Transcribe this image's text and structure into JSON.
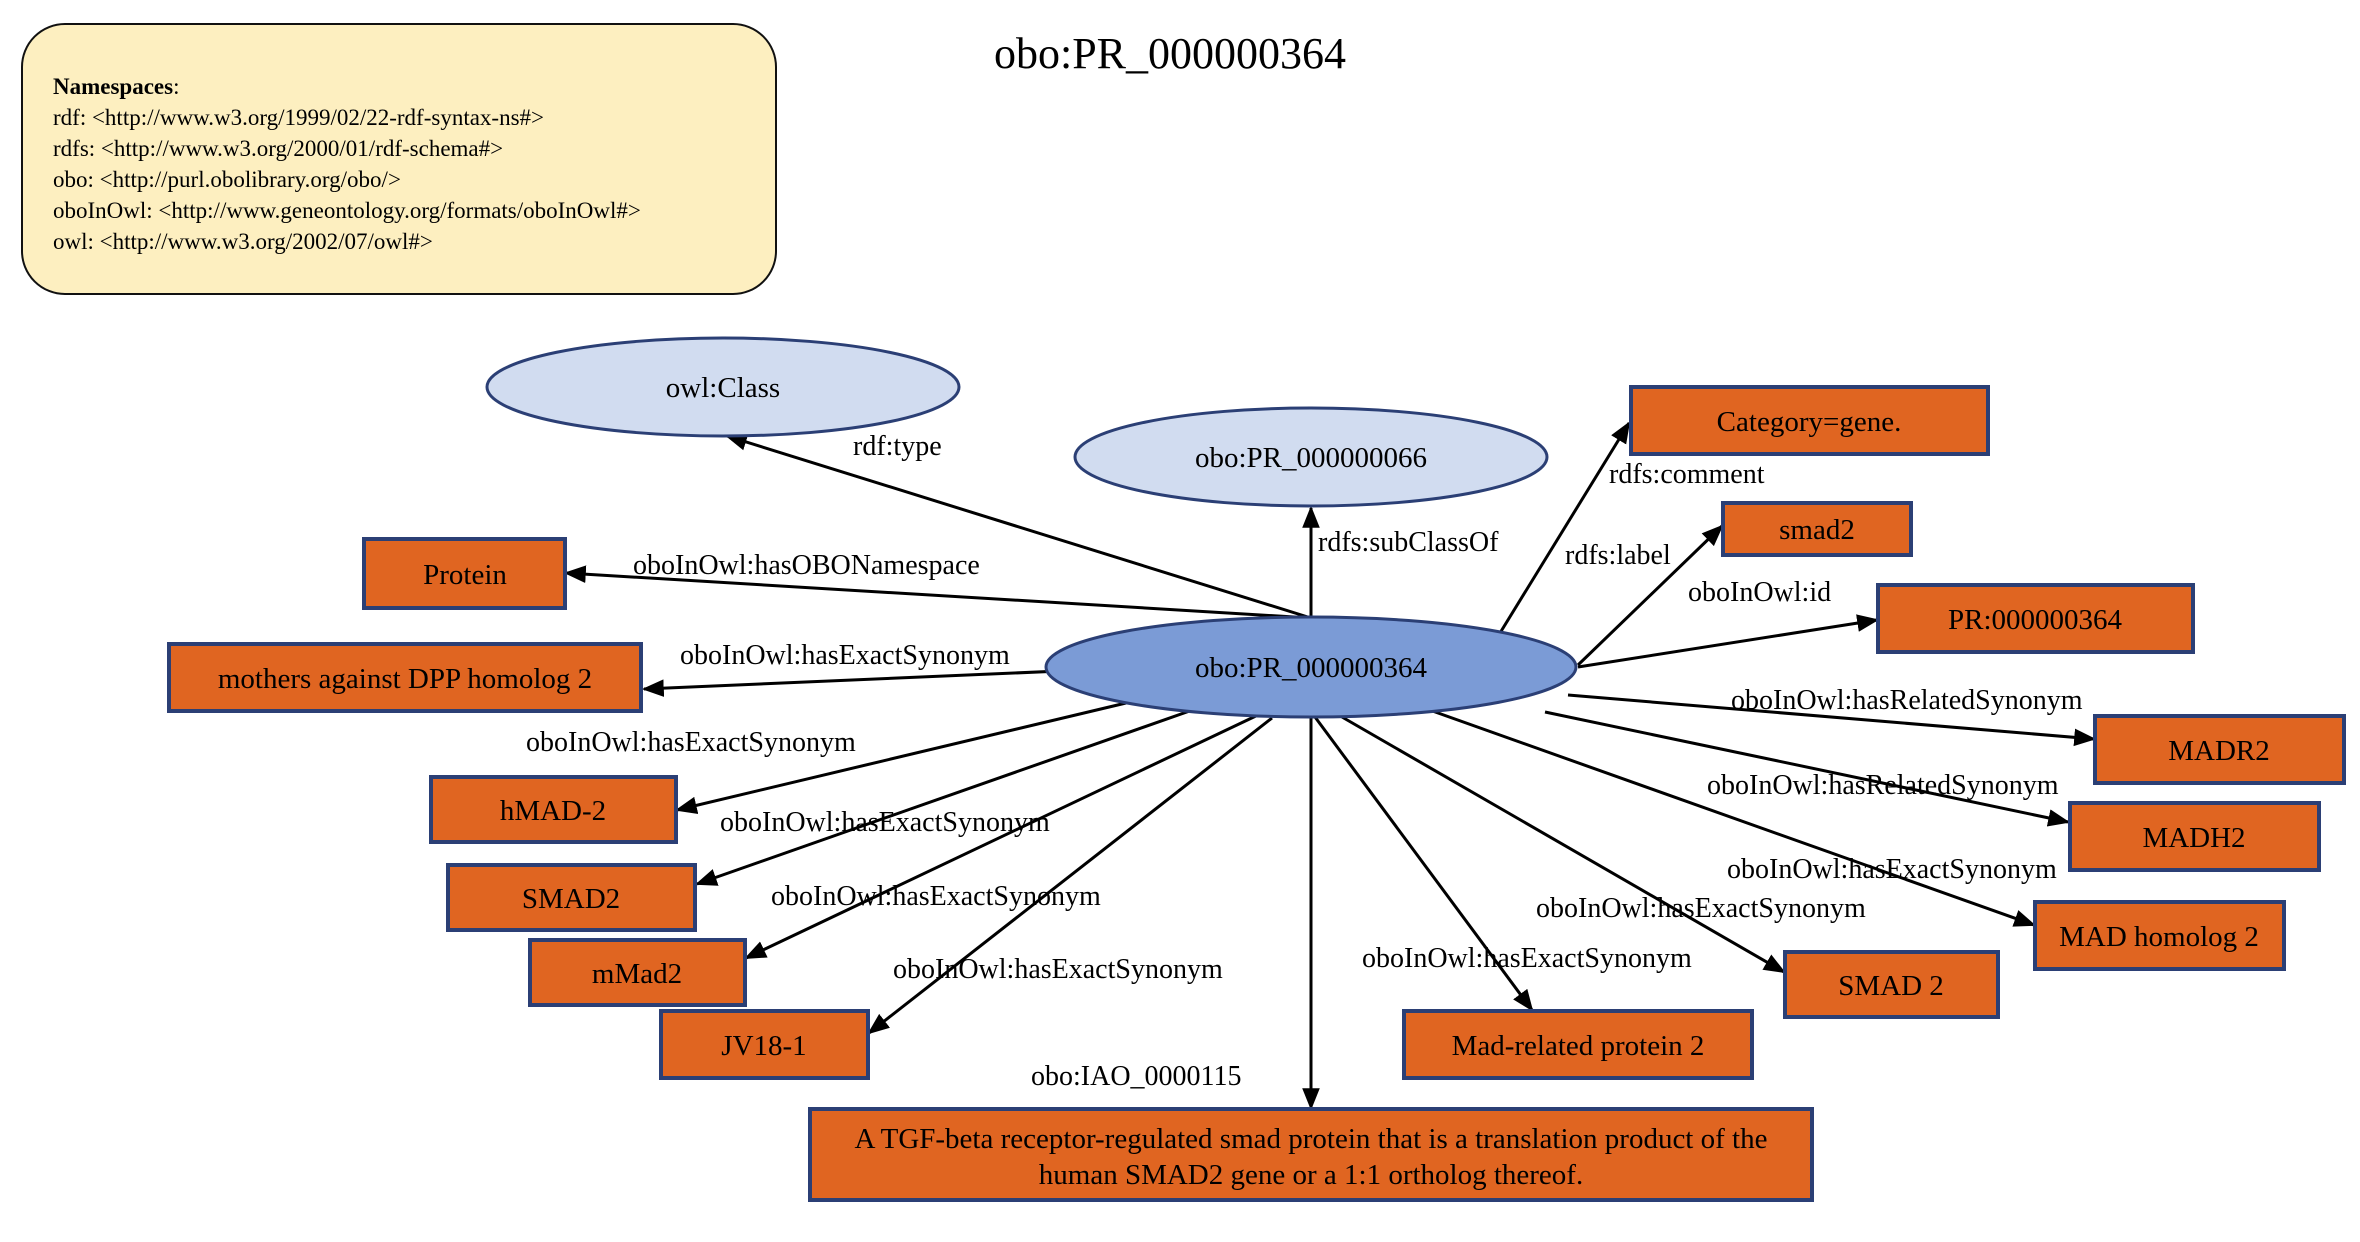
{
  "title": "obo:PR_000000364",
  "namespaces": {
    "heading": "Namespaces",
    "entries": [
      "rdf: <http://www.w3.org/1999/02/22-rdf-syntax-ns#>",
      "rdfs: <http://www.w3.org/2000/01/rdf-schema#>",
      "obo: <http://purl.obolibrary.org/obo/>",
      "oboInOwl: <http://www.geneontology.org/formats/oboInOwl#>",
      "owl: <http://www.w3.org/2002/07/owl#>"
    ]
  },
  "colors": {
    "literal_fill": "#e06521",
    "literal_border": "#2b3f75",
    "class_fill": "#d1dcf0",
    "subject_fill": "#7b9bd6",
    "ellipse_border": "#2b3f75",
    "namespace_fill": "#fdefc0"
  },
  "nodes": {
    "subject": "obo:PR_000000364",
    "owl_class": "owl:Class",
    "superclass": "obo:PR_000000066",
    "category": "Category=gene.",
    "smad2_label": "smad2",
    "pr_id": "PR:000000364",
    "madr2": "MADR2",
    "madh2": "MADH2",
    "mad_homolog_2": "MAD homolog 2",
    "smad_2": "SMAD 2",
    "mad_related": "Mad-related protein 2",
    "definition_line1": "A TGF-beta receptor-regulated smad protein that is a translation product of the",
    "definition_line2": "human SMAD2 gene or a 1:1 ortholog thereof.",
    "jv18": "JV18-1",
    "mmad2": "mMad2",
    "smad2_upper": "SMAD2",
    "hmad2": "hMAD-2",
    "mothers": "mothers against DPP homolog 2",
    "protein": "Protein"
  },
  "edges": {
    "rdf_type": "rdf:type",
    "subclassof": "rdfs:subClassOf",
    "comment": "rdfs:comment",
    "label": "rdfs:label",
    "id": "oboInOwl:id",
    "related1": "oboInOwl:hasRelatedSynonym",
    "related2": "oboInOwl:hasRelatedSynonym",
    "exact_mad_homolog": "oboInOwl:hasExactSynonym",
    "exact_smad_2": "oboInOwl:hasExactSynonym",
    "exact_mad_related": "oboInOwl:hasExactSynonym",
    "definition": "obo:IAO_0000115",
    "exact_jv18": "oboInOwl:hasExactSynonym",
    "exact_mmad2": "oboInOwl:hasExactSynonym",
    "exact_smad2": "oboInOwl:hasExactSynonym",
    "exact_hmad2": "oboInOwl:hasExactSynonym",
    "exact_mothers": "oboInOwl:hasExactSynonym",
    "namespace": "oboInOwl:hasOBONamespace"
  }
}
